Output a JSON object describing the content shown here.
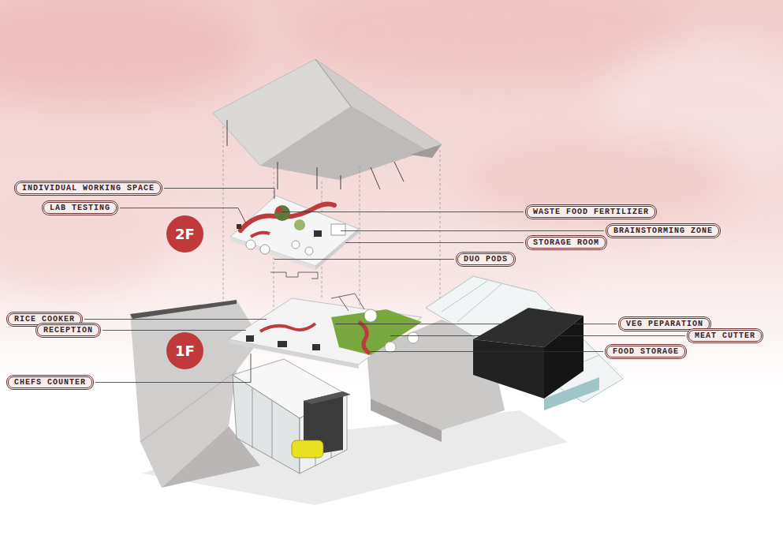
{
  "diagram": {
    "nodes": [
      {
        "text": [
          "INDIVIDUAL WORKING SPACE"
        ]
      },
      {
        "text": [
          "LAB TESTING"
        ]
      },
      {
        "text": [
          "WASTE FOOD FERTILIZER"
        ]
      },
      {
        "text": [
          "BRAINSTORMING ZONE"
        ]
      },
      {
        "text": [
          "2F"
        ]
      },
      {
        "text": [
          "STORAGE ROOM"
        ]
      },
      {
        "text": [
          "DUO PODS"
        ]
      },
      {
        "text": [
          "RICE COOKER"
        ]
      },
      {
        "text": [
          "VEG PEPARATION"
        ]
      },
      {
        "text": [
          "RECEPTION"
        ]
      },
      {
        "text": [
          "MEAT CUTTER"
        ]
      },
      {
        "text": [
          "1F"
        ]
      },
      {
        "text": [
          "FOOD STORAGE"
        ]
      },
      {
        "text": [
          "CHEFS COUNTER"
        ]
      }
    ]
  }
}
